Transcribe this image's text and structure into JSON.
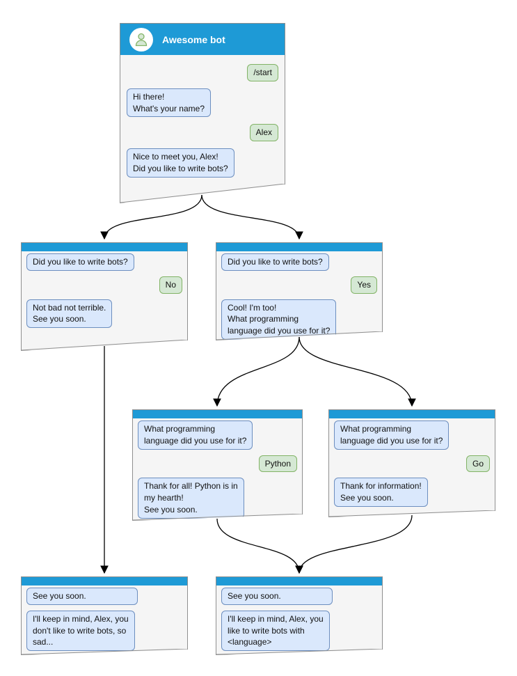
{
  "colors": {
    "header-blue": "#1e9ad6",
    "window-bg": "#f5f5f5",
    "window-border": "#8f8f8f",
    "bot-bubble-bg": "#dae8fc",
    "bot-bubble-border": "#6c8ebf",
    "user-bubble-bg": "#d5e8d4",
    "user-bubble-border": "#82b366",
    "arrow": "#000000"
  },
  "root": {
    "title": "Awesome bot",
    "avatar_icon": "person-icon",
    "messages": [
      {
        "sender": "user",
        "text": "/start"
      },
      {
        "sender": "bot",
        "text": "Hi there!\nWhat's your name?"
      },
      {
        "sender": "user",
        "text": "Alex"
      },
      {
        "sender": "bot",
        "text": "Nice to meet you, Alex!\nDid you like to write bots?"
      }
    ]
  },
  "no": {
    "messages": [
      {
        "sender": "bot",
        "text": "Did you like to write bots?"
      },
      {
        "sender": "user",
        "text": "No"
      },
      {
        "sender": "bot",
        "text": "Not bad not terrible.\nSee you soon."
      }
    ]
  },
  "yes": {
    "messages": [
      {
        "sender": "bot",
        "text": "Did you like to write bots?"
      },
      {
        "sender": "user",
        "text": "Yes"
      },
      {
        "sender": "bot",
        "text": "Cool! I'm too!\nWhat programming\nlanguage did you use for it?"
      }
    ]
  },
  "python": {
    "messages": [
      {
        "sender": "bot",
        "text": "What programming\nlanguage did you use for it?"
      },
      {
        "sender": "user",
        "text": "Python"
      },
      {
        "sender": "bot",
        "text": "Thank for all! Python is in\nmy hearth!\nSee you soon."
      }
    ]
  },
  "go": {
    "messages": [
      {
        "sender": "bot",
        "text": "What programming\nlanguage did you use for it?"
      },
      {
        "sender": "user",
        "text": "Go"
      },
      {
        "sender": "bot",
        "text": "Thank for information!\nSee you soon."
      }
    ]
  },
  "end_no": {
    "messages": [
      {
        "sender": "bot",
        "text": "See you soon."
      },
      {
        "sender": "bot",
        "text": "I'll keep in mind, Alex, you\ndon't like to write bots, so\nsad..."
      }
    ]
  },
  "end_yes": {
    "messages": [
      {
        "sender": "bot",
        "text": "See you soon."
      },
      {
        "sender": "bot",
        "text": "I'll keep in mind, Alex, you\nlike to write bots with\n<language>"
      }
    ]
  },
  "edges": [
    {
      "from": "root",
      "to": "no"
    },
    {
      "from": "root",
      "to": "yes"
    },
    {
      "from": "no",
      "to": "end_no"
    },
    {
      "from": "yes",
      "to": "python"
    },
    {
      "from": "yes",
      "to": "go"
    },
    {
      "from": "python",
      "to": "end_yes"
    },
    {
      "from": "go",
      "to": "end_yes"
    }
  ]
}
